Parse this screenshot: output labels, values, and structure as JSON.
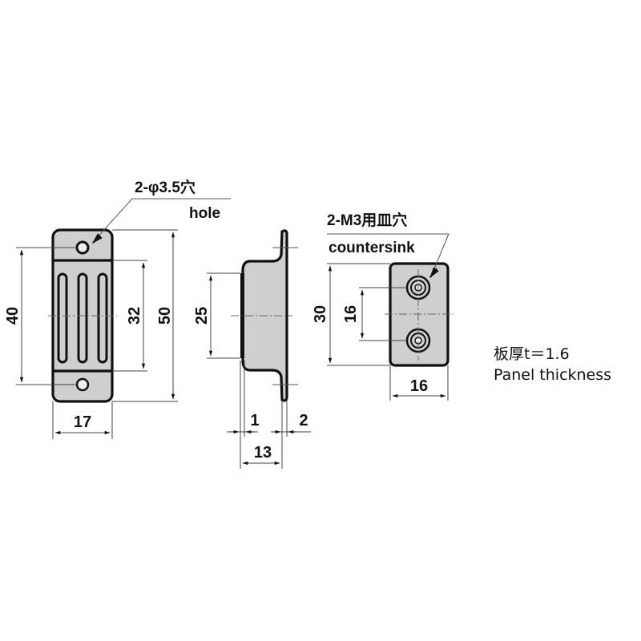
{
  "drawing": {
    "front_view": {
      "hole_callout": "2-φ3.5穴",
      "hole_callout_en": "hole",
      "dims": {
        "height_total": "50",
        "hole_pitch": "40",
        "body_inner": "32",
        "width": "17"
      }
    },
    "side_view": {
      "dims": {
        "body_height": "25",
        "gap": "1",
        "flange": "2",
        "depth": "13"
      }
    },
    "plate_view": {
      "callout": "2-M3用皿穴",
      "callout_en": "countersink",
      "dims": {
        "height": "30",
        "hole_pitch": "16",
        "width": "16"
      }
    },
    "note": {
      "line1": "板厚t＝1.6",
      "line2": "Panel thickness"
    }
  }
}
